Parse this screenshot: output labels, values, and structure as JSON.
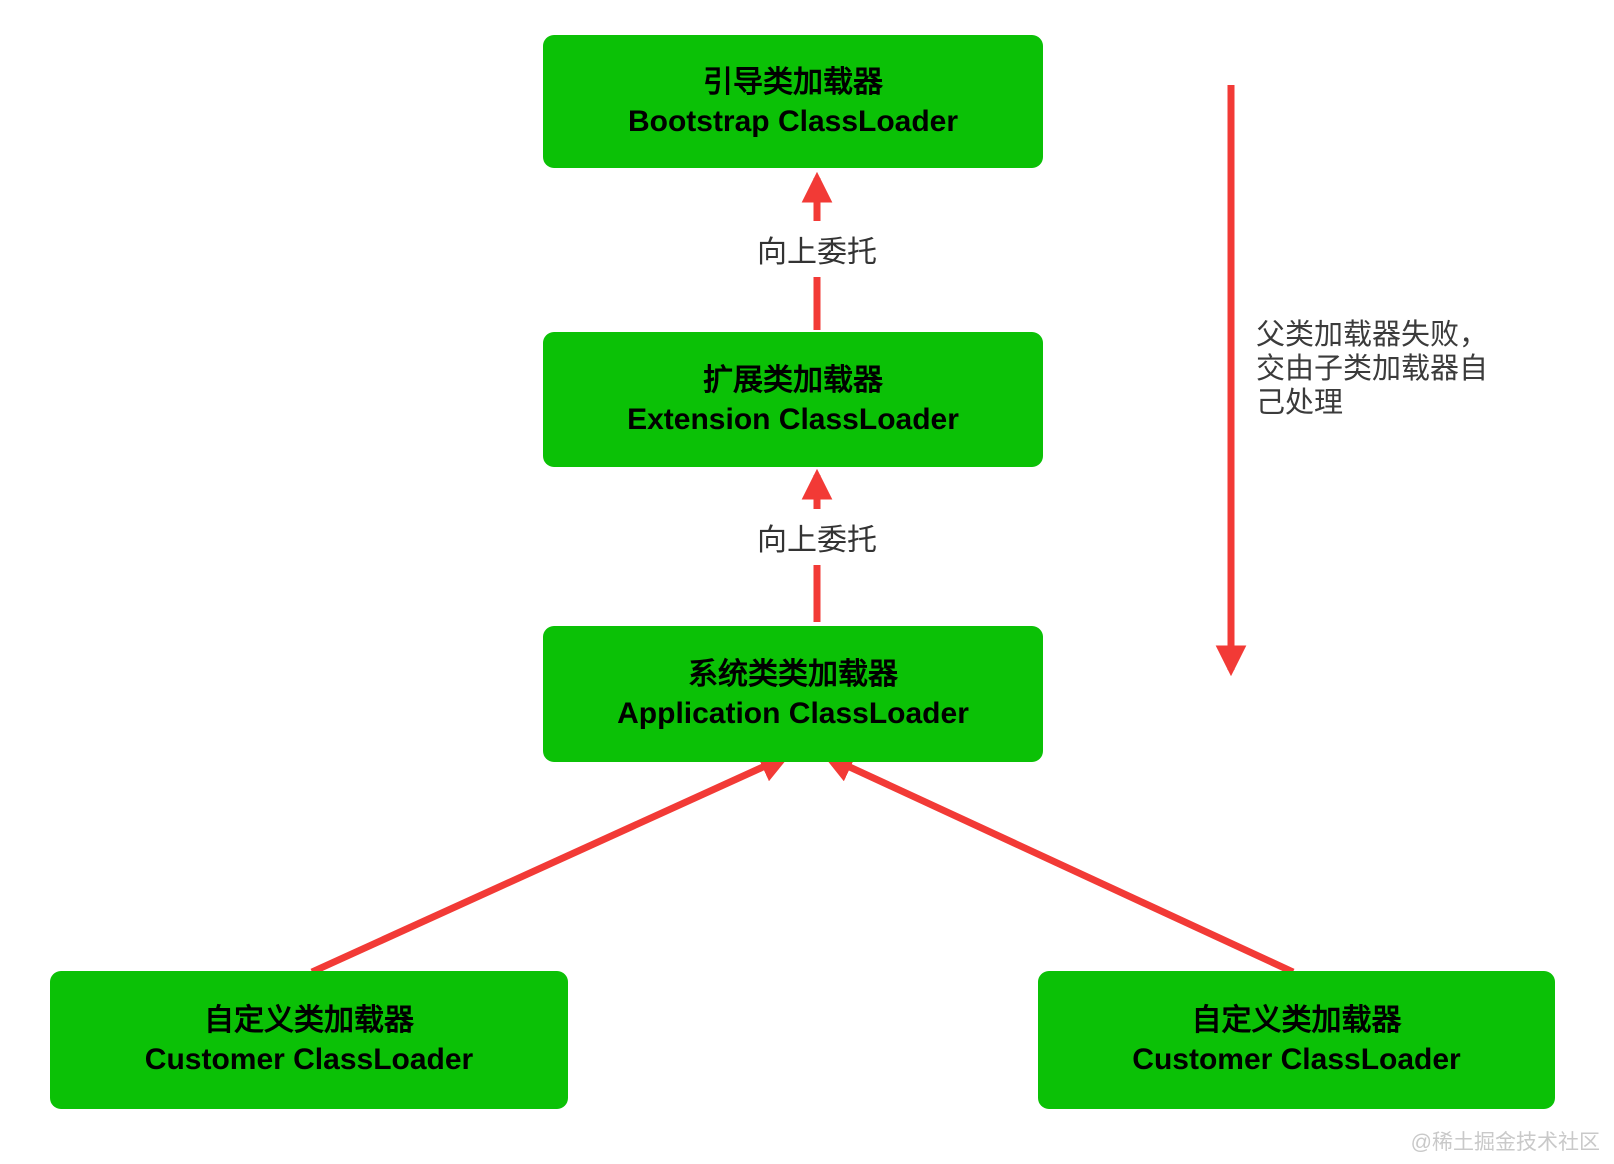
{
  "diagram": {
    "title": "ClassLoader delegation hierarchy",
    "boxes": [
      {
        "id": "bootstrap",
        "title_zh": "引导类加载器",
        "title_en": "Bootstrap ClassLoader"
      },
      {
        "id": "extension",
        "title_zh": "扩展类加载器",
        "title_en": "Extension ClassLoader"
      },
      {
        "id": "application",
        "title_zh": "系统类类加载器",
        "title_en": "Application ClassLoader"
      },
      {
        "id": "customer-left",
        "title_zh": "自定义类加载器",
        "title_en": "Customer ClassLoader"
      },
      {
        "id": "customer-right",
        "title_zh": "自定义类加载器",
        "title_en": "Customer ClassLoader"
      }
    ],
    "arrow_labels": {
      "up_delegate_1": "向上委托",
      "up_delegate_2": "向上委托"
    },
    "side_note": {
      "line1": "父类加载器失败，",
      "line2": "交由子类加载器自",
      "line3": "己处理"
    },
    "watermark": "@稀土掘金技术社区",
    "colors": {
      "box_green": "#0bc106",
      "arrow_red": "#f23a36",
      "arrow_label_text": "#333333",
      "side_note_text": "#3b3b3b",
      "watermark_text": "#c9c9c9"
    }
  }
}
